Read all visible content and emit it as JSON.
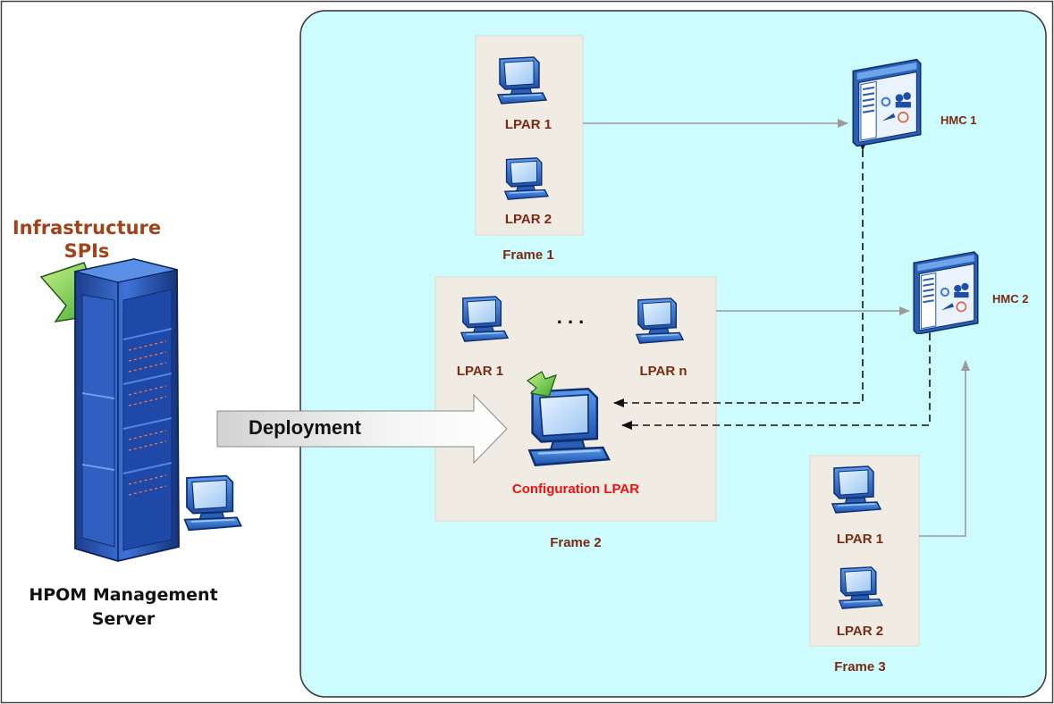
{
  "left": {
    "infrastructure_line1": "Infrastructure",
    "infrastructure_line2": "SPIs",
    "server_line1": "HPOM Management",
    "server_line2": "Server"
  },
  "deployment_label": "Deployment",
  "frame1": {
    "title": "Frame 1",
    "lpar1": "LPAR 1",
    "lpar2": "LPAR 2"
  },
  "frame2": {
    "title": "Frame 2",
    "lpar1": "LPAR 1",
    "ellipsis": ". . .",
    "lparn": "LPAR n",
    "config": "Configuration LPAR"
  },
  "frame3": {
    "title": "Frame 3",
    "lpar1": "LPAR 1",
    "lpar2": "LPAR 2"
  },
  "hmc1": "HMC 1",
  "hmc2": "HMC 2",
  "colors": {
    "region_fill": "#ccfcfd",
    "frame_fill": "#f0ebe3",
    "label_maroon": "#7a2a12",
    "config_red": "#f01010",
    "monitor_blue": "#2f6fc6",
    "arrow_green": "#66cc33"
  }
}
